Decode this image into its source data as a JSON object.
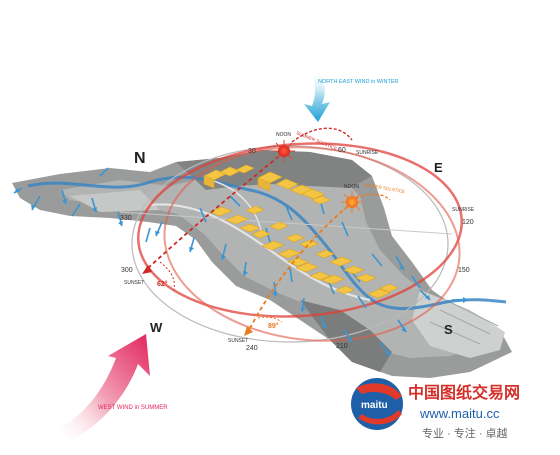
{
  "compass": {
    "north": "N",
    "east": "E",
    "south": "S",
    "west": "W"
  },
  "degree_ticks": [
    "30",
    "60",
    "120",
    "150",
    "210",
    "240",
    "300",
    "330"
  ],
  "sun": {
    "noon_summer": "NOON",
    "noon_winter": "NOON",
    "summer_solstice": "SUMMER SOLSTICE",
    "winter_solstice": "WINTER SOLSTICE",
    "sunrise_summer": "SUNRISE",
    "sunrise_winter": "SUNRISE",
    "sunset_west": "SUNSET",
    "sunset_south": "SUNSET"
  },
  "angles": {
    "summer": "62°",
    "winter": "89°"
  },
  "winds": {
    "winter": "NORTH EAST WIND in WINTER",
    "summer": "WEST WIND in SUMMER"
  },
  "watermark": {
    "logo_text": "maitu",
    "brand_cn": "中国图纸交易网",
    "url": "www.maitu.cc",
    "slogan": "专业 · 专注 · 卓越"
  },
  "colors": {
    "orbit_red": "#e0403a",
    "wind_blue": "#2aa6d6",
    "wind_pink": "#e2245d",
    "building_yellow": "#f4c542",
    "terrain": "#8d8f8e",
    "river": "#3a85c2"
  }
}
